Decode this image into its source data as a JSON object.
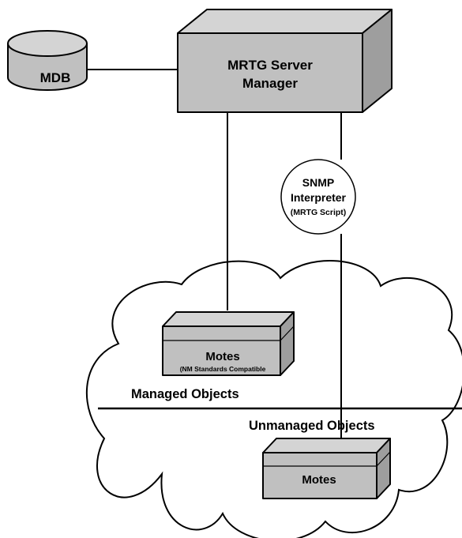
{
  "diagram": {
    "mdb": {
      "label": "MDB"
    },
    "server": {
      "line1": "MRTG Server",
      "line2": "Manager"
    },
    "snmp": {
      "line1": "SNMP",
      "line2": "Interpreter",
      "line3": "(MRTG Script)"
    },
    "managed_motes": {
      "label": "Motes",
      "sublabel": "(NM Standards Compatible"
    },
    "unmanaged_motes": {
      "label": "Motes"
    },
    "managed_objects_label": "Managed Objects",
    "unmanaged_objects_label": "Unmanaged Objects"
  },
  "colors": {
    "shape_fill": "#c0c0c0",
    "shape_top": "#d4d4d4",
    "shape_side": "#9e9e9e",
    "stroke": "#000000",
    "background": "#ffffff"
  }
}
